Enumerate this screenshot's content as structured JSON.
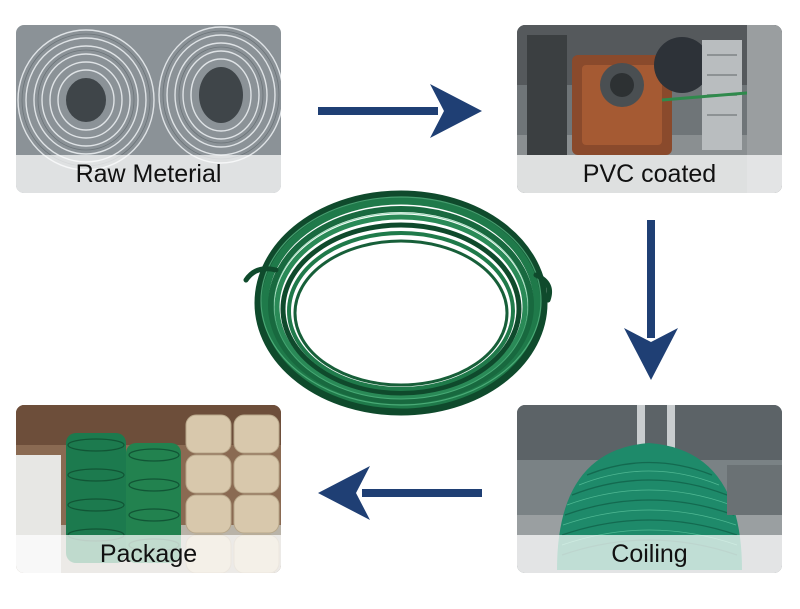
{
  "steps": [
    {
      "id": "raw",
      "label": "Raw Meterial"
    },
    {
      "id": "pvc",
      "label": "PVC coated"
    },
    {
      "id": "coiling",
      "label": "Coiling"
    },
    {
      "id": "package",
      "label": "Package"
    }
  ],
  "colors": {
    "arrow": "#1f3f74",
    "wire_green": "#1f7a4a",
    "wire_dark": "#0f4a2c",
    "caption_bg": "rgba(255,255,255,0.72)"
  },
  "icons": {
    "arrow_1": "arrow-right-icon",
    "arrow_2": "arrow-down-icon",
    "arrow_3": "arrow-left-icon",
    "center": "green-wire-coil"
  }
}
